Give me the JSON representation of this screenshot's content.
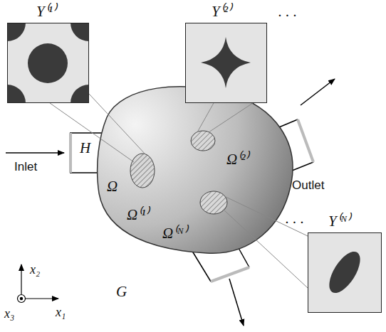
{
  "diagram": {
    "nodes": [
      {
        "text": [
          "Y⁽¹⁾"
        ]
      },
      {
        "text": [
          "Y⁽²⁾"
        ]
      },
      {
        "text": [
          "Y⁽ᴺ⁾"
        ]
      }
    ],
    "labels": [
      "· · ·",
      "Inlet",
      "H",
      "Ω",
      "Ω⁽¹⁾",
      "Ω⁽²⁾",
      "Outlet",
      "Ω⁽ᴺ⁾",
      "· · ·",
      "G",
      "x₂",
      "x₃",
      "x₁"
    ]
  }
}
